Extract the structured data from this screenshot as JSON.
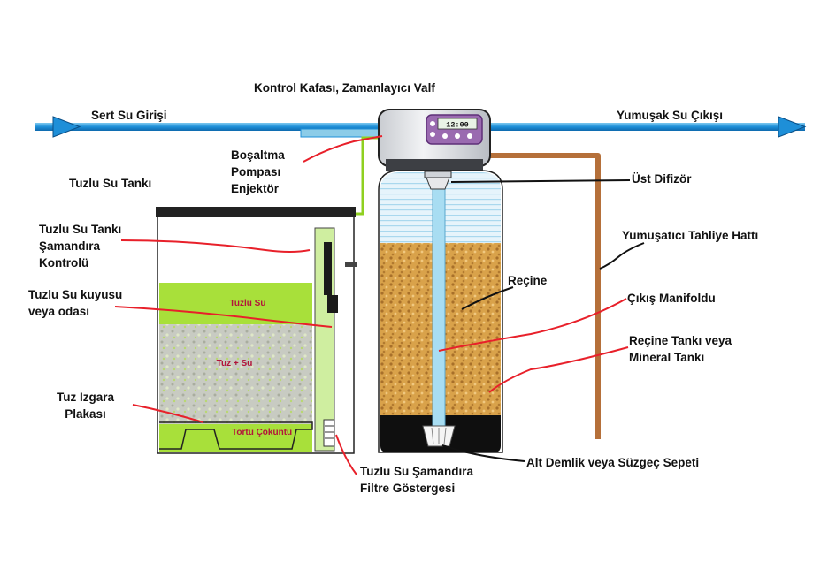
{
  "labels": {
    "control_head": "Kontrol Kafası, Zamanlayıcı  Valf",
    "hard_water_in": "Sert Su Girişi",
    "soft_water_out": "Yumuşak Su Çıkışı",
    "brine_tank": "Tuzlu Su Tankı",
    "drain_pump_injector": "Boşaltma\nPompası\nEnjektör",
    "upper_diffuser": "Üst Difizör",
    "drain_line": "Yumuşatıcı Tahliye Hattı",
    "float_control": "Tuzlu Su Tankı\nŞamandıra\nKontrolü",
    "brine_well": "Tuzlu Su kuyusu\nveya odası",
    "resin": "Reçine",
    "outlet_manifold": "Çıkış Manifoldu",
    "resin_tank": "Reçine Tankı veya\nMineral Tankı",
    "salt_grid": "Tuz Izgara\nPlakası",
    "bottom_strainer": "Alt Demlik veya Süzgeç Sepeti",
    "float_filter": "Tuzlu Su Şamandıra\nFiltre Göstergesi"
  },
  "zones": {
    "brine": "Tuzlu Su",
    "salt_water": "Tuz + Su",
    "sediment": "Tortu\nÇöküntü"
  },
  "display": {
    "time": "12:00"
  },
  "colors": {
    "pipe_blue": "#1e8fd8",
    "brine_green": "#a8e03a",
    "resin_brown": "#d9a24a",
    "leader_red": "#e8202a",
    "drain_brown": "#b5703a"
  }
}
